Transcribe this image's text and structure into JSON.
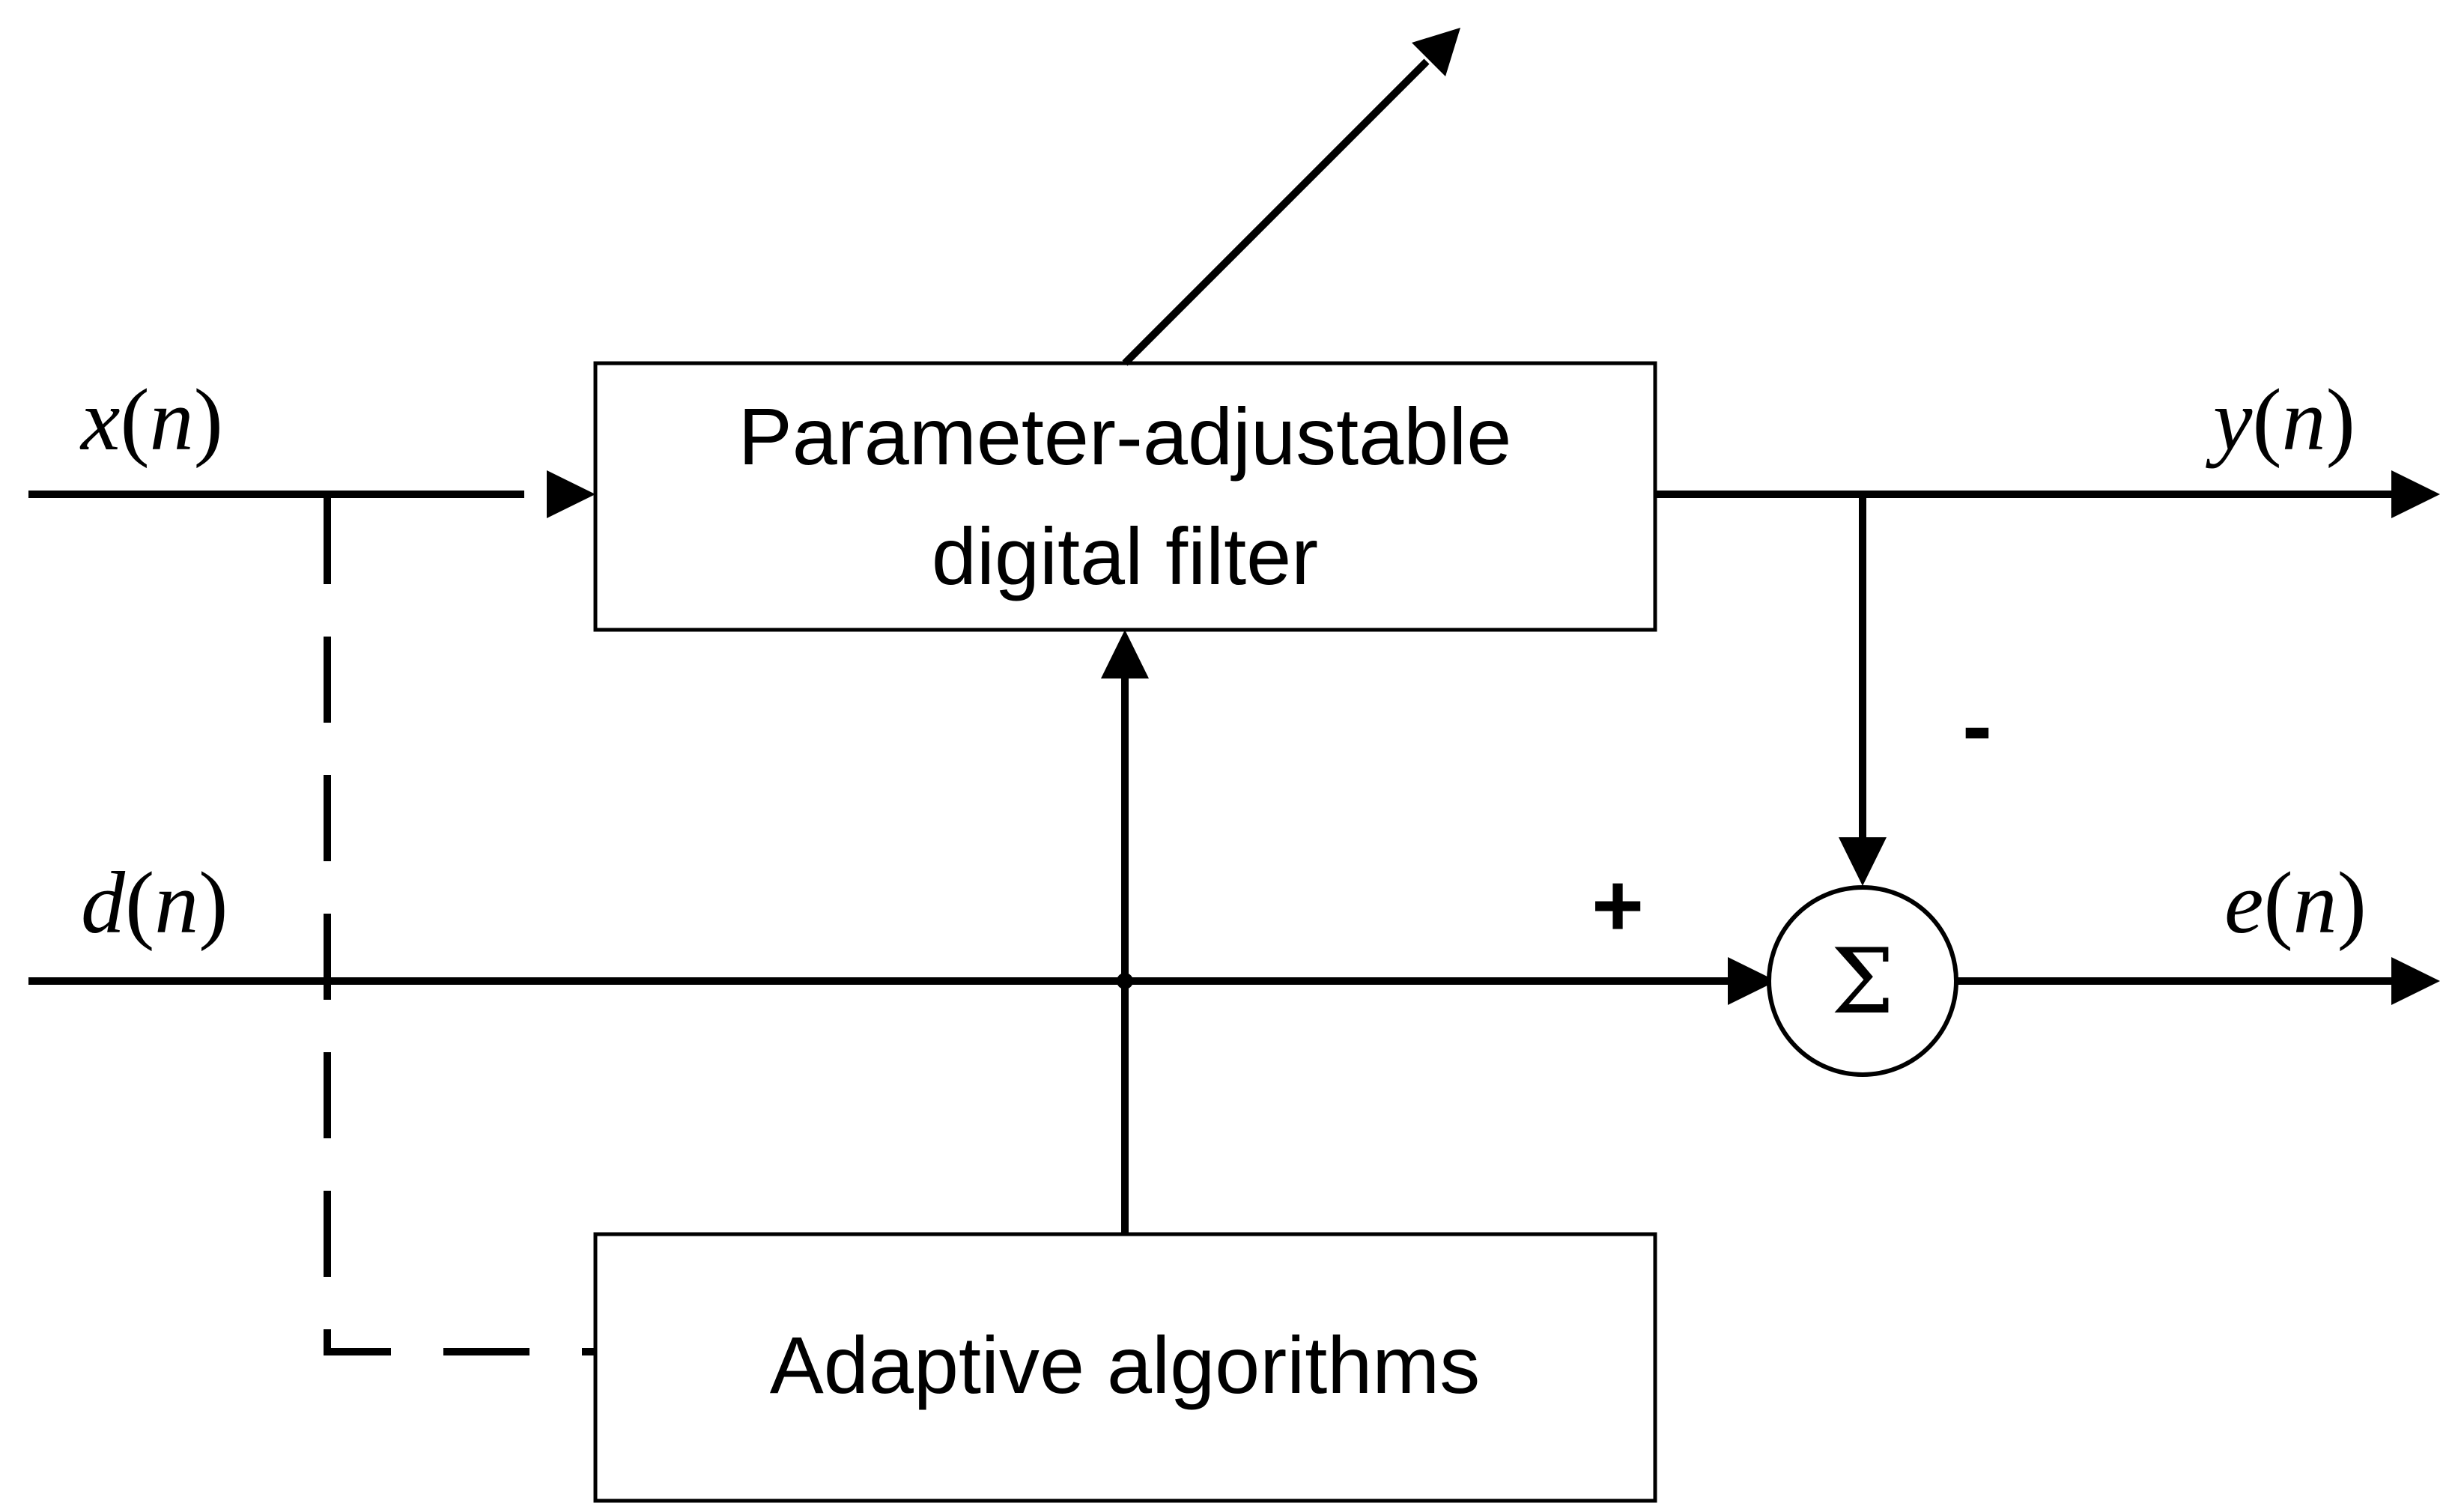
{
  "blocks": {
    "filter": {
      "line1": "Parameter-adjustable",
      "line2": "digital filter"
    },
    "algorithms": {
      "label": "Adaptive algorithms"
    },
    "summer": {
      "symbol": "Σ"
    }
  },
  "signals": {
    "x": {
      "var": "x",
      "open": "(",
      "arg": "n",
      "close": ")"
    },
    "d": {
      "var": "d",
      "open": "(",
      "arg": "n",
      "close": ")"
    },
    "y": {
      "var": "y",
      "open": "(",
      "arg": "n",
      "close": ")"
    },
    "e": {
      "var": "e",
      "open": "(",
      "arg": "n",
      "close": ")"
    }
  },
  "signs": {
    "plus": "+",
    "minus": "-"
  },
  "colors": {
    "stroke": "#000000",
    "background": "#ffffff"
  }
}
